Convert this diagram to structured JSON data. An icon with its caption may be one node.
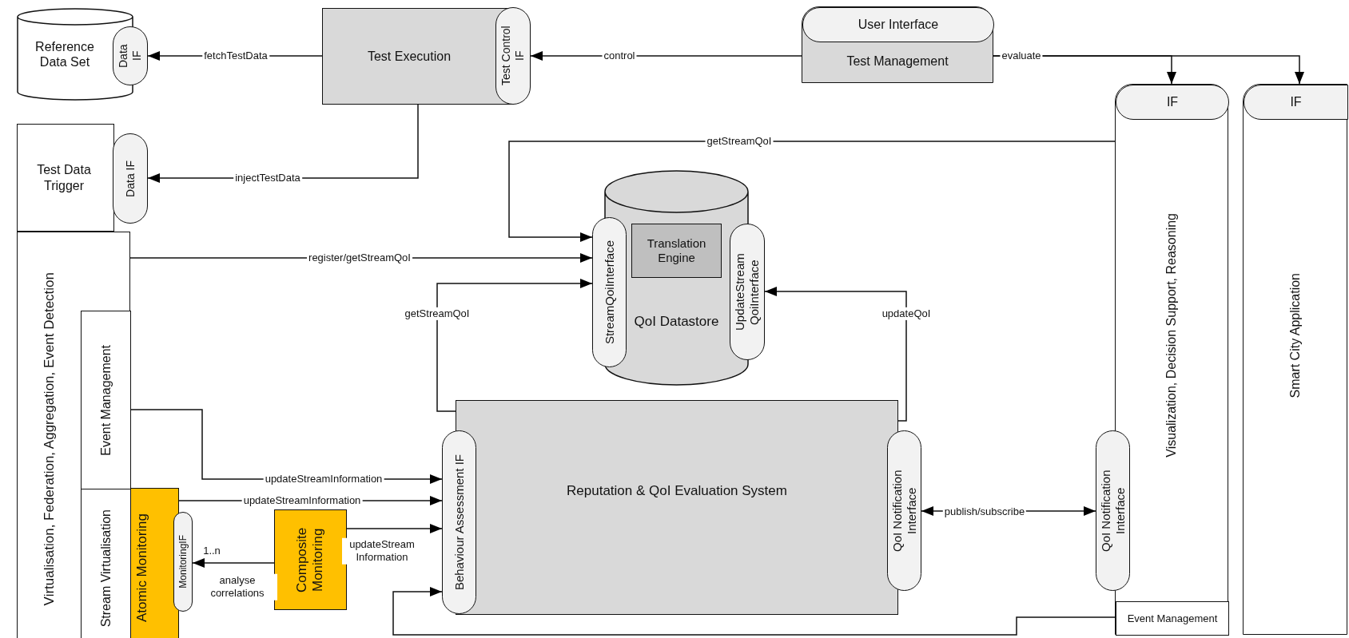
{
  "diagram": {
    "nodes": [
      {
        "text": [
          "Reference Data Set"
        ]
      },
      {
        "text": [
          "Data IF"
        ]
      },
      {
        "text": [
          "Test Execution"
        ]
      },
      {
        "text": [
          "Test Control IF"
        ]
      },
      {
        "text": [
          "Test Management"
        ]
      },
      {
        "text": [
          "User Interface"
        ],
        "in": 4
      },
      {
        "text": [
          "Test Data Trigger"
        ]
      },
      {
        "text": [
          "Data IF"
        ]
      },
      {
        "text": [
          "Virtualisation, Federation, Aggregation, Event Detection"
        ]
      },
      {
        "text": [
          "Event Management"
        ],
        "in": 8
      },
      {
        "text": [
          "Stream Virtualisation"
        ],
        "in": 8
      },
      {
        "text": [
          "Atomic Monitoring"
        ]
      },
      {
        "text": [
          "MonitoringIF"
        ]
      },
      {
        "text": [
          "Composite Monitoring"
        ]
      },
      {
        "text": [
          "QoI Datastore"
        ]
      },
      {
        "text": [
          "Translation Engine"
        ],
        "in": 14
      },
      {
        "text": [
          "StreamQoiInterface"
        ]
      },
      {
        "text": [
          "UpdateStream QoiInterface"
        ]
      },
      {
        "text": [
          "Reputation & QoI Evaluation System"
        ]
      },
      {
        "text": [
          "Behaviour Assessment IF"
        ]
      },
      {
        "text": [
          "QoI Notification Interface"
        ]
      },
      {
        "text": [
          "Visualization, Decision Support, Reasoning"
        ]
      },
      {
        "text": [
          "IF"
        ],
        "in": 21
      },
      {
        "text": [
          "QoI Notification Interface"
        ]
      },
      {
        "text": [
          "Event Management"
        ],
        "in": 21
      },
      {
        "text": [
          "Smart City Application"
        ]
      },
      {
        "text": [
          "IF"
        ],
        "in": 25
      }
    ],
    "edges": [
      {
        "from": 2,
        "to": 1,
        "arrow": "to",
        "label": "fetchTestData"
      },
      {
        "from": 4,
        "to": 3,
        "arrow": "to",
        "label": "control"
      },
      {
        "from": 4,
        "to": 22,
        "arrow": "to",
        "label": "evaluate"
      },
      {
        "from": 4,
        "to": 26,
        "arrow": "to"
      },
      {
        "from": 2,
        "to": 7,
        "arrow": "to",
        "label": "injectTestData"
      },
      {
        "from": 21,
        "to": 16,
        "arrow": "to",
        "label": "getStreamQoI"
      },
      {
        "from": 8,
        "to": 16,
        "arrow": "to",
        "label": "register/getStreamQoI"
      },
      {
        "from": 18,
        "to": 16,
        "arrow": "to",
        "label": "getStreamQoI"
      },
      {
        "from": 18,
        "to": 17,
        "arrow": "to",
        "label": "updateQoI"
      },
      {
        "from": 9,
        "to": 19,
        "arrow": "to",
        "label": "updateStreamInformation"
      },
      {
        "from": 11,
        "to": 19,
        "arrow": "to",
        "label": "updateStreamInformation"
      },
      {
        "from": 13,
        "to": 19,
        "arrow": "to",
        "label": "updateStream Information"
      },
      {
        "from": 13,
        "to": 12,
        "arrow": "to",
        "label": "analyse correlations"
      },
      {
        "from": 20,
        "to": 23,
        "arrow": "both",
        "label": "publish/subscribe"
      },
      {
        "from": 24,
        "to": 19,
        "arrow": "to"
      }
    ],
    "labels": [
      "1..n"
    ]
  }
}
